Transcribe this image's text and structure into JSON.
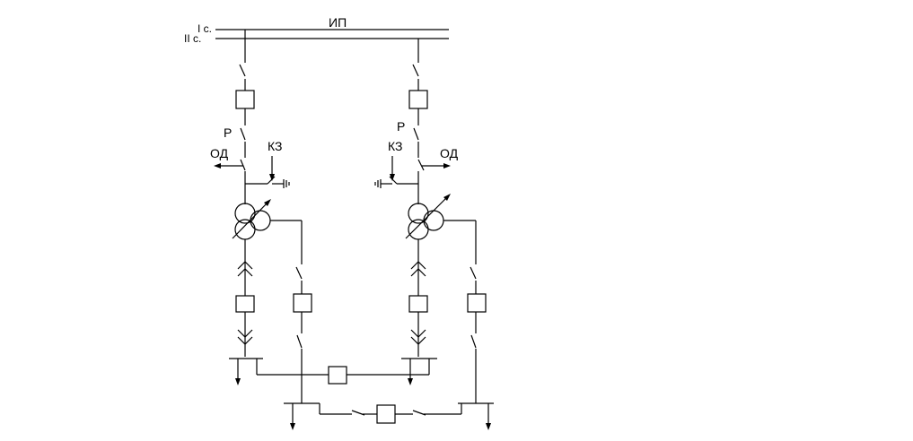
{
  "labels": {
    "bus_1": "I с.",
    "bus_2": "II с.",
    "source": "ИП",
    "left_disconnector": "Р",
    "left_separator": "ОД",
    "left_short_circuiter": "КЗ",
    "right_disconnector": "Р",
    "right_short_circuiter": "КЗ",
    "right_separator": "ОД"
  }
}
